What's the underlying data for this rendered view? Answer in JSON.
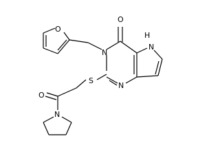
{
  "molecule": {
    "atoms": [
      {
        "id": "O_carbonyl",
        "label": "O"
      },
      {
        "id": "NH_pyrrole",
        "label": "H"
      },
      {
        "id": "NH_pyrrole_N",
        "label": "N"
      },
      {
        "id": "O_furan",
        "label": "O"
      },
      {
        "id": "N3",
        "label": "N"
      },
      {
        "id": "S",
        "label": "S"
      },
      {
        "id": "N1",
        "label": "N"
      },
      {
        "id": "O_amide",
        "label": "O"
      },
      {
        "id": "N_pyrrolidine",
        "label": "N"
      }
    ],
    "colors": {
      "bond": "#000000",
      "label": "#000000",
      "background": "#ffffff"
    }
  }
}
